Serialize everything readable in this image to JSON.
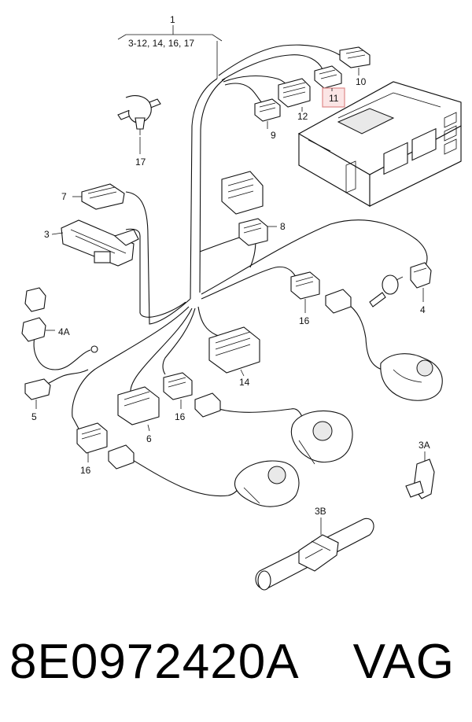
{
  "callouts": {
    "c1": "1",
    "c1_range": "3-12, 14, 16, 17",
    "c3": "3",
    "c3A": "3A",
    "c3B": "3B",
    "c4": "4",
    "c4A": "4A",
    "c5": "5",
    "c6": "6",
    "c7": "7",
    "c8": "8",
    "c9": "9",
    "c10": "10",
    "c11": "11",
    "c12": "12",
    "c14": "14",
    "c16a": "16",
    "c16b": "16",
    "c16c": "16",
    "c17": "17"
  },
  "caption": {
    "part_number": "8E0972420A",
    "brand": "VAG"
  },
  "colors": {
    "highlight": "#e08a8a",
    "line": "#111111"
  }
}
